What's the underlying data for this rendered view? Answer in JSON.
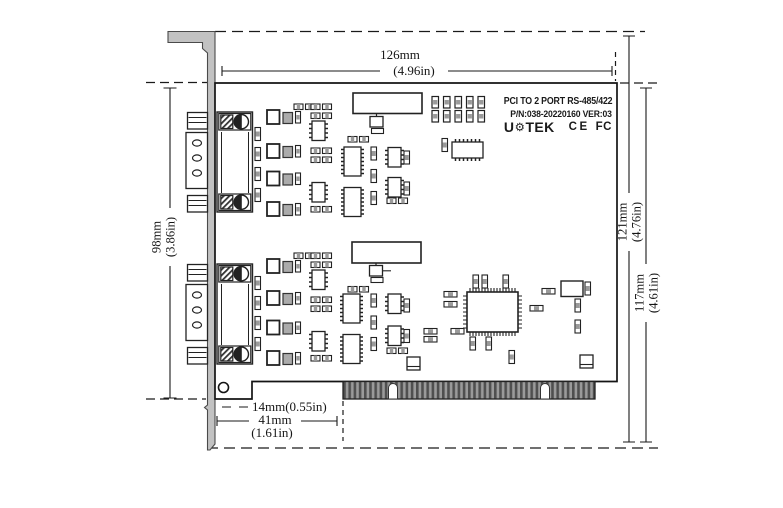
{
  "diagram": {
    "type": "mechanical-outline-drawing",
    "subject": "PCI 2-port RS-485/422 serial card with DB9 connectors, bracket and edge connector",
    "card": {
      "title": "PCI TO 2 PORT RS-485/422",
      "part_number": "P/N:038-20220160 VER:03",
      "brand": {
        "prefix": "U",
        "gear_icon": "⚙",
        "suffix": "TEK"
      },
      "marks": {
        "ce": "CE",
        "fcc": "FC"
      }
    },
    "dimensions": {
      "width": {
        "mm": "126mm",
        "inch": "(4.96in)"
      },
      "bracket_height": {
        "mm": "98mm",
        "inch": "(3.86in)"
      },
      "total_height": {
        "mm": "121mm",
        "inch": "(4.76in)"
      },
      "pcb_height": {
        "mm": "117mm",
        "inch": "(4.61in)"
      },
      "hole_offset": {
        "label": "14mm(0.55in)"
      },
      "connector_offset": {
        "mm": "41mm",
        "inch": "(1.61in)"
      }
    },
    "colors": {
      "line": "#1a1a1a",
      "bracket_fill": "#c2c2c2",
      "finger_dark": "#4f4f4f",
      "finger_light": "#9a9a9a",
      "component_fill": "#9a9a9a"
    }
  }
}
